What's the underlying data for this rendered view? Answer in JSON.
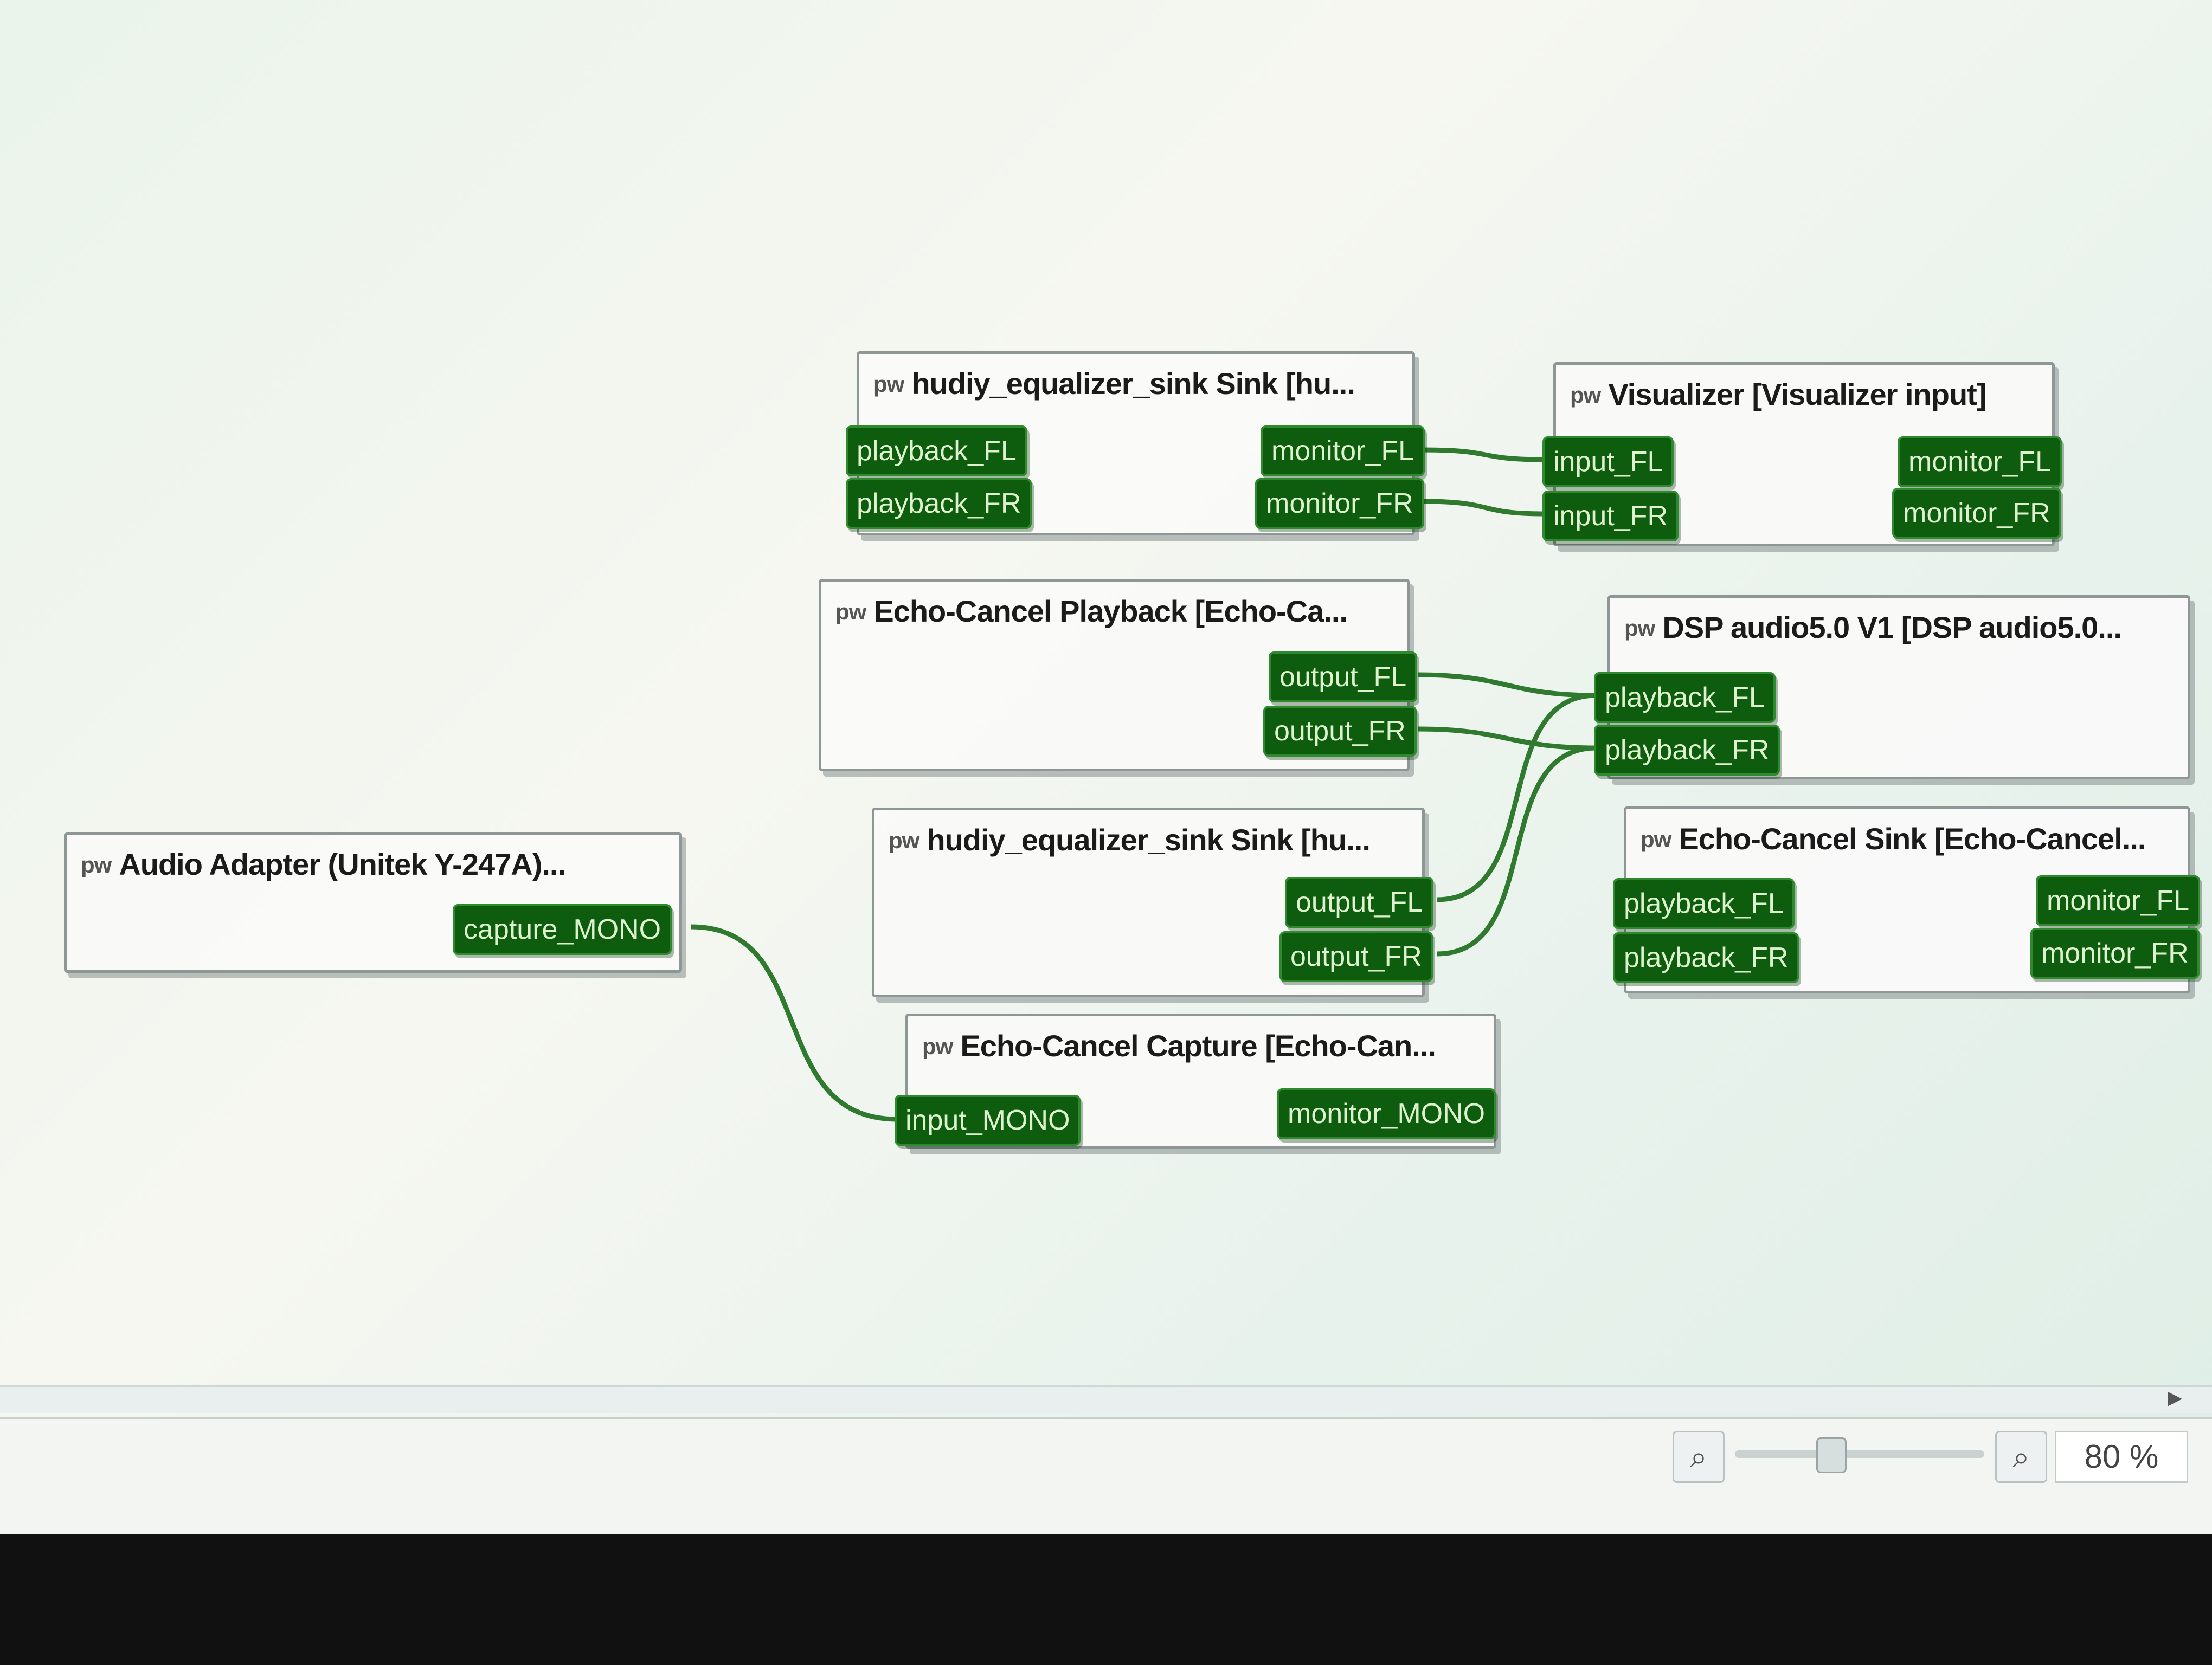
{
  "nodes": {
    "hudiy_sink_1": {
      "title": "hudiy_equalizer_sink Sink [hu...",
      "ports": {
        "playback_fl": "playback_FL",
        "playback_fr": "playback_FR",
        "monitor_fl": "monitor_FL",
        "monitor_fr": "monitor_FR"
      }
    },
    "visualizer": {
      "title": "Visualizer [Visualizer input]",
      "ports": {
        "input_fl": "input_FL",
        "input_fr": "input_FR",
        "monitor_fl": "monitor_FL",
        "monitor_fr": "monitor_FR"
      }
    },
    "echo_cancel_playback": {
      "title": "Echo-Cancel Playback [Echo-Ca...",
      "ports": {
        "output_fl": "output_FL",
        "output_fr": "output_FR"
      }
    },
    "dsp_audio": {
      "title": "DSP audio5.0 V1 [DSP audio5.0...",
      "ports": {
        "playback_fl": "playback_FL",
        "playback_fr": "playback_FR"
      }
    },
    "audio_adapter": {
      "title": "Audio Adapter (Unitek Y-247A)...",
      "ports": {
        "capture_mono": "capture_MONO"
      }
    },
    "hudiy_sink_2": {
      "title": "hudiy_equalizer_sink Sink [hu...",
      "ports": {
        "output_fl": "output_FL",
        "output_fr": "output_FR"
      }
    },
    "echo_cancel_sink": {
      "title": "Echo-Cancel Sink [Echo-Cancel...",
      "ports": {
        "playback_fl": "playback_FL",
        "playback_fr": "playback_FR",
        "monitor_fl": "monitor_FL",
        "monitor_fr": "monitor_FR"
      }
    },
    "echo_cancel_capture": {
      "title": "Echo-Cancel Capture [Echo-Can...",
      "ports": {
        "input_mono": "input_MONO",
        "monitor_mono": "monitor_MONO"
      }
    }
  },
  "icons": {
    "node": "pw",
    "zoom_out": "zoom-out-icon",
    "zoom_in": "zoom-in-icon",
    "scroll_right": "scroll-right-arrow"
  },
  "statusbar": {
    "zoom_value": "80 %"
  },
  "colors": {
    "port_bg": "#0e5c0e",
    "port_text": "#dff2cf",
    "wire": "#2f7a2f"
  }
}
